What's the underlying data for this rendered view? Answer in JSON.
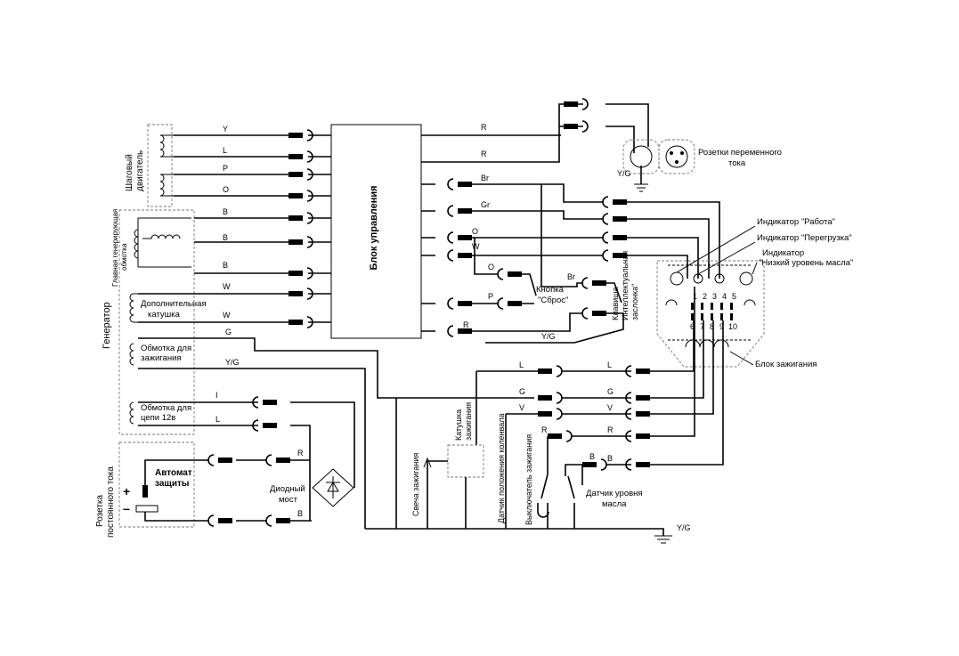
{
  "control_unit": "Блок управления",
  "stepper_motor": {
    "label1": "Шаговый",
    "label2": "двигатель"
  },
  "generator": "Генератор",
  "main_coil": {
    "label1": "Главная генерирующая",
    "label2": "обмотка"
  },
  "extra_coil": {
    "label1": "Дополнительная",
    "label2": "катушка"
  },
  "ign_coil_winding": {
    "label1": "Обмотка для",
    "label2": "зажигания"
  },
  "circuit_12v": {
    "label1": "Обмотка для",
    "label2": "цепи 12в"
  },
  "dc_socket": {
    "label1": "Розетка",
    "label2": "постоянного тока"
  },
  "breaker": {
    "label1": "Автомат",
    "label2": "защиты"
  },
  "plus": "+",
  "minus": "–",
  "diode_bridge": {
    "label1": "Диодный",
    "label2": "мост"
  },
  "ac_sockets": {
    "label1": "Розетки переменного",
    "label2": "тока"
  },
  "reset_button": {
    "label1": "Кнопка",
    "label2": "\"Сброс\""
  },
  "smart_key": {
    "label1": "Клавиша",
    "label2": "Интеллектуальная",
    "label3": "заслонка\""
  },
  "ind_work": "Индикатор \"Работа\"",
  "ind_overload": "Индикатор \"Перегрузка\"",
  "ind_oil": {
    "label1": "Индикатор",
    "label2": "\"Низкий уровень масла\""
  },
  "ignition_unit": "Блок зажигания",
  "ignition_coil": {
    "label1": "Катушка",
    "label2": "зажигания"
  },
  "spark_plug": "Свеча зажигания",
  "crank_sensor": "Датчик положения коленвала",
  "ign_switch": "Выключатель зажигания",
  "oil_sensor": {
    "label1": "Датчик уровня",
    "label2": "масла"
  },
  "ground": "Y/G",
  "ground_ac": "Y/G",
  "pins_top": [
    "1",
    "2",
    "3",
    "4",
    "5"
  ],
  "pins_bottom": [
    "6",
    "7",
    "8",
    "9",
    "10"
  ],
  "wires": {
    "y": "Y",
    "l": "L",
    "p": "P",
    "o": "O",
    "b1": "B",
    "b2": "B",
    "b3": "B",
    "w1": "W",
    "w2": "W",
    "g": "G",
    "yg": "Y/G",
    "i": "I",
    "l2": "L",
    "r_top": "R",
    "r_top2": "R",
    "br": "Br",
    "gr": "Gr",
    "o2": "O",
    "w3": "W",
    "o3": "O",
    "br2": "Br",
    "p2": "P",
    "r3": "R",
    "yg2": "Y/G",
    "l3": "L",
    "l4": "L",
    "g2": "G",
    "g3": "G",
    "v": "V",
    "v2": "V",
    "r4": "R",
    "r5": "R",
    "b4": "B",
    "b5": "B",
    "r_dc": "R",
    "b_dc": "B"
  }
}
